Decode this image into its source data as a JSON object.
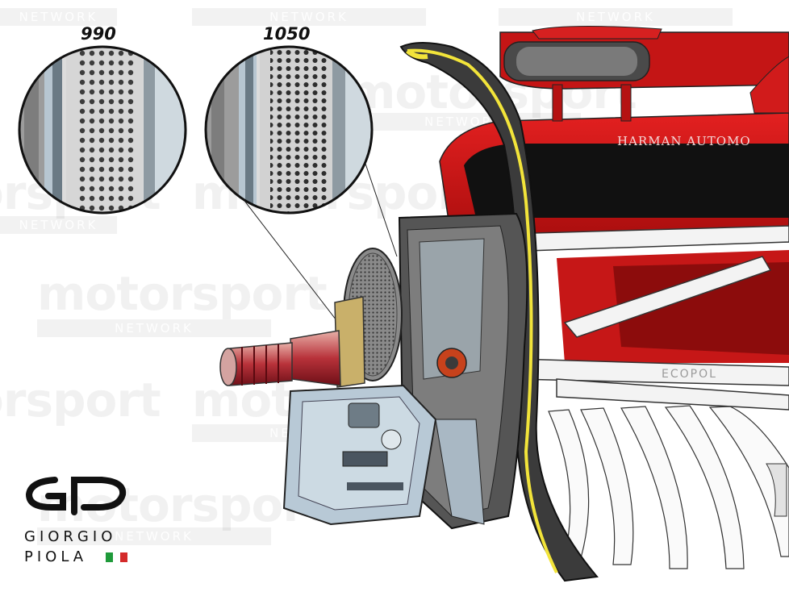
{
  "labels": {
    "left_zoom": "990",
    "right_zoom": "1050"
  },
  "watermark": {
    "word": "motorsport",
    "bar": "NETWORK"
  },
  "credit": {
    "line1": "GIORGIO",
    "line2": "PIOLA"
  },
  "car_text": {
    "sponsor_top": "HARMAN AUTOMO",
    "sponsor_floor": "ECOPOL"
  },
  "colors": {
    "ferrari_red": "#d01818",
    "dark_red": "#7a0a0a",
    "brake_blue": "#b8c9d6",
    "carbon": "#3a3a3a",
    "highlight_yellow": "#f2e43a",
    "flag_green": "#1f9a3a",
    "flag_red": "#d42a2a"
  }
}
